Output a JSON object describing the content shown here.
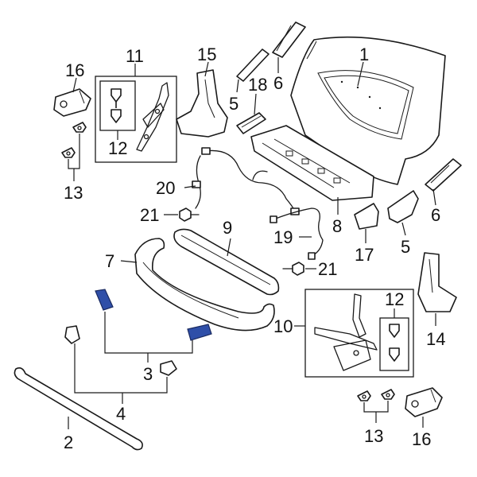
{
  "callouts": {
    "c1": "1",
    "c2": "2",
    "c3": "3",
    "c4": "4",
    "c5a": "5",
    "c5b": "5",
    "c6a": "6",
    "c6b": "6",
    "c7": "7",
    "c8": "8",
    "c9": "9",
    "c10": "10",
    "c11": "11",
    "c12a": "12",
    "c12b": "12",
    "c13a": "13",
    "c13b": "13",
    "c14": "14",
    "c15": "15",
    "c16a": "16",
    "c16b": "16",
    "c17": "17",
    "c18": "18",
    "c19": "19",
    "c20": "20",
    "c21a": "21",
    "c21b": "21"
  },
  "colors": {
    "line": "#1a1a1a",
    "highlight": "#2f4fa8",
    "background": "#ffffff"
  }
}
